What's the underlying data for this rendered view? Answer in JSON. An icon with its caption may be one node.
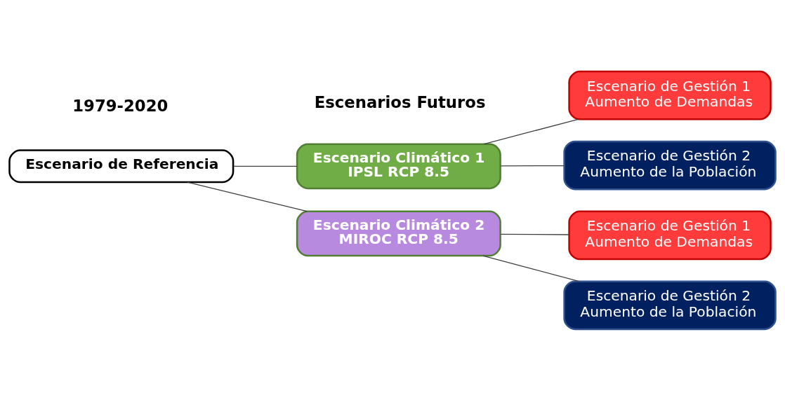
{
  "diagram": {
    "nodes": [
      {
        "text": [
          "Escenario de Referencia"
        ]
      },
      {
        "text": [
          "Escenario Climático 1",
          "IPSL RCP 8.5"
        ]
      },
      {
        "text": [
          "Escenario de Gestión 1",
          "Aumento de Demandas"
        ]
      },
      {
        "text": [
          "Escenario de Gestión 2",
          "Aumento de la Población"
        ]
      },
      {
        "text": [
          "Escenario Climático 2",
          "MIROC RCP 8.5"
        ]
      },
      {
        "text": [
          "Escenario de Gestión 1",
          "Aumento de Demandas"
        ]
      },
      {
        "text": [
          "Escenario de Gestión 2",
          "Aumento de la Población"
        ]
      }
    ],
    "edges": [
      {
        "from": 0,
        "to": 1,
        "arrow": "none"
      },
      {
        "from": 0,
        "to": 4,
        "arrow": "none"
      },
      {
        "from": 1,
        "to": 2,
        "arrow": "none"
      },
      {
        "from": 1,
        "to": 3,
        "arrow": "none"
      },
      {
        "from": 4,
        "to": 5,
        "arrow": "none"
      },
      {
        "from": 4,
        "to": 6,
        "arrow": "none"
      }
    ],
    "labels": [
      "1979-2020",
      "Escenarios Futuros"
    ]
  }
}
